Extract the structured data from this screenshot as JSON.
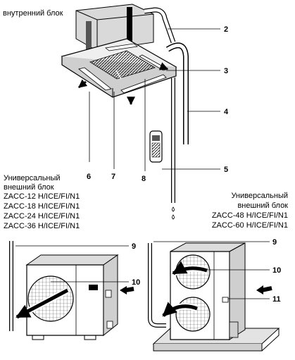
{
  "indoor_unit": {
    "label": "внутренний блок"
  },
  "outdoor_small": {
    "heading_1": "Универсальный",
    "heading_2": "внешний блок",
    "models": [
      "ZACC-12 H/ICE/FI/N1",
      "ZACC-18 H/ICE/FI/N1",
      "ZACC-24 H/ICE/FI/N1",
      "ZACC-36 H/ICE/FI/N1"
    ]
  },
  "outdoor_large": {
    "heading_1": "Универсальный",
    "heading_2": "внешний блок",
    "models": [
      "ZACC-48 H/ICE/FI/N1",
      "ZACC-60 H/ICE/FI/N1"
    ]
  },
  "callouts": {
    "n2": "2",
    "n3": "3",
    "n4": "4",
    "n5": "5",
    "n6": "6",
    "n7": "7",
    "n8": "8",
    "n9a": "9",
    "n9b": "9",
    "n10a": "10",
    "n10b": "10",
    "n11": "11"
  }
}
